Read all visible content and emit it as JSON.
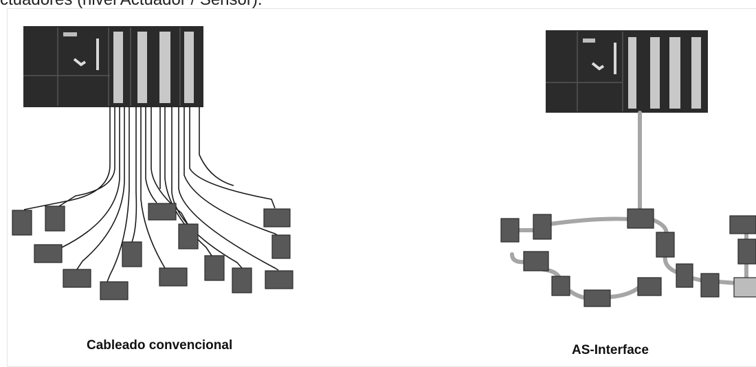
{
  "header_text": "ctuadores (nivel Actuador / Sensor).",
  "left_panel": {
    "caption": "Cableado convencional"
  },
  "right_panel": {
    "caption": "AS-Interface"
  },
  "colors": {
    "plc_body": "#2b2b2b",
    "plc_slot": "#c8c8c8",
    "device": "#585858",
    "wire": "#1a1a1a",
    "bus_cable": "#a6a6a6"
  }
}
